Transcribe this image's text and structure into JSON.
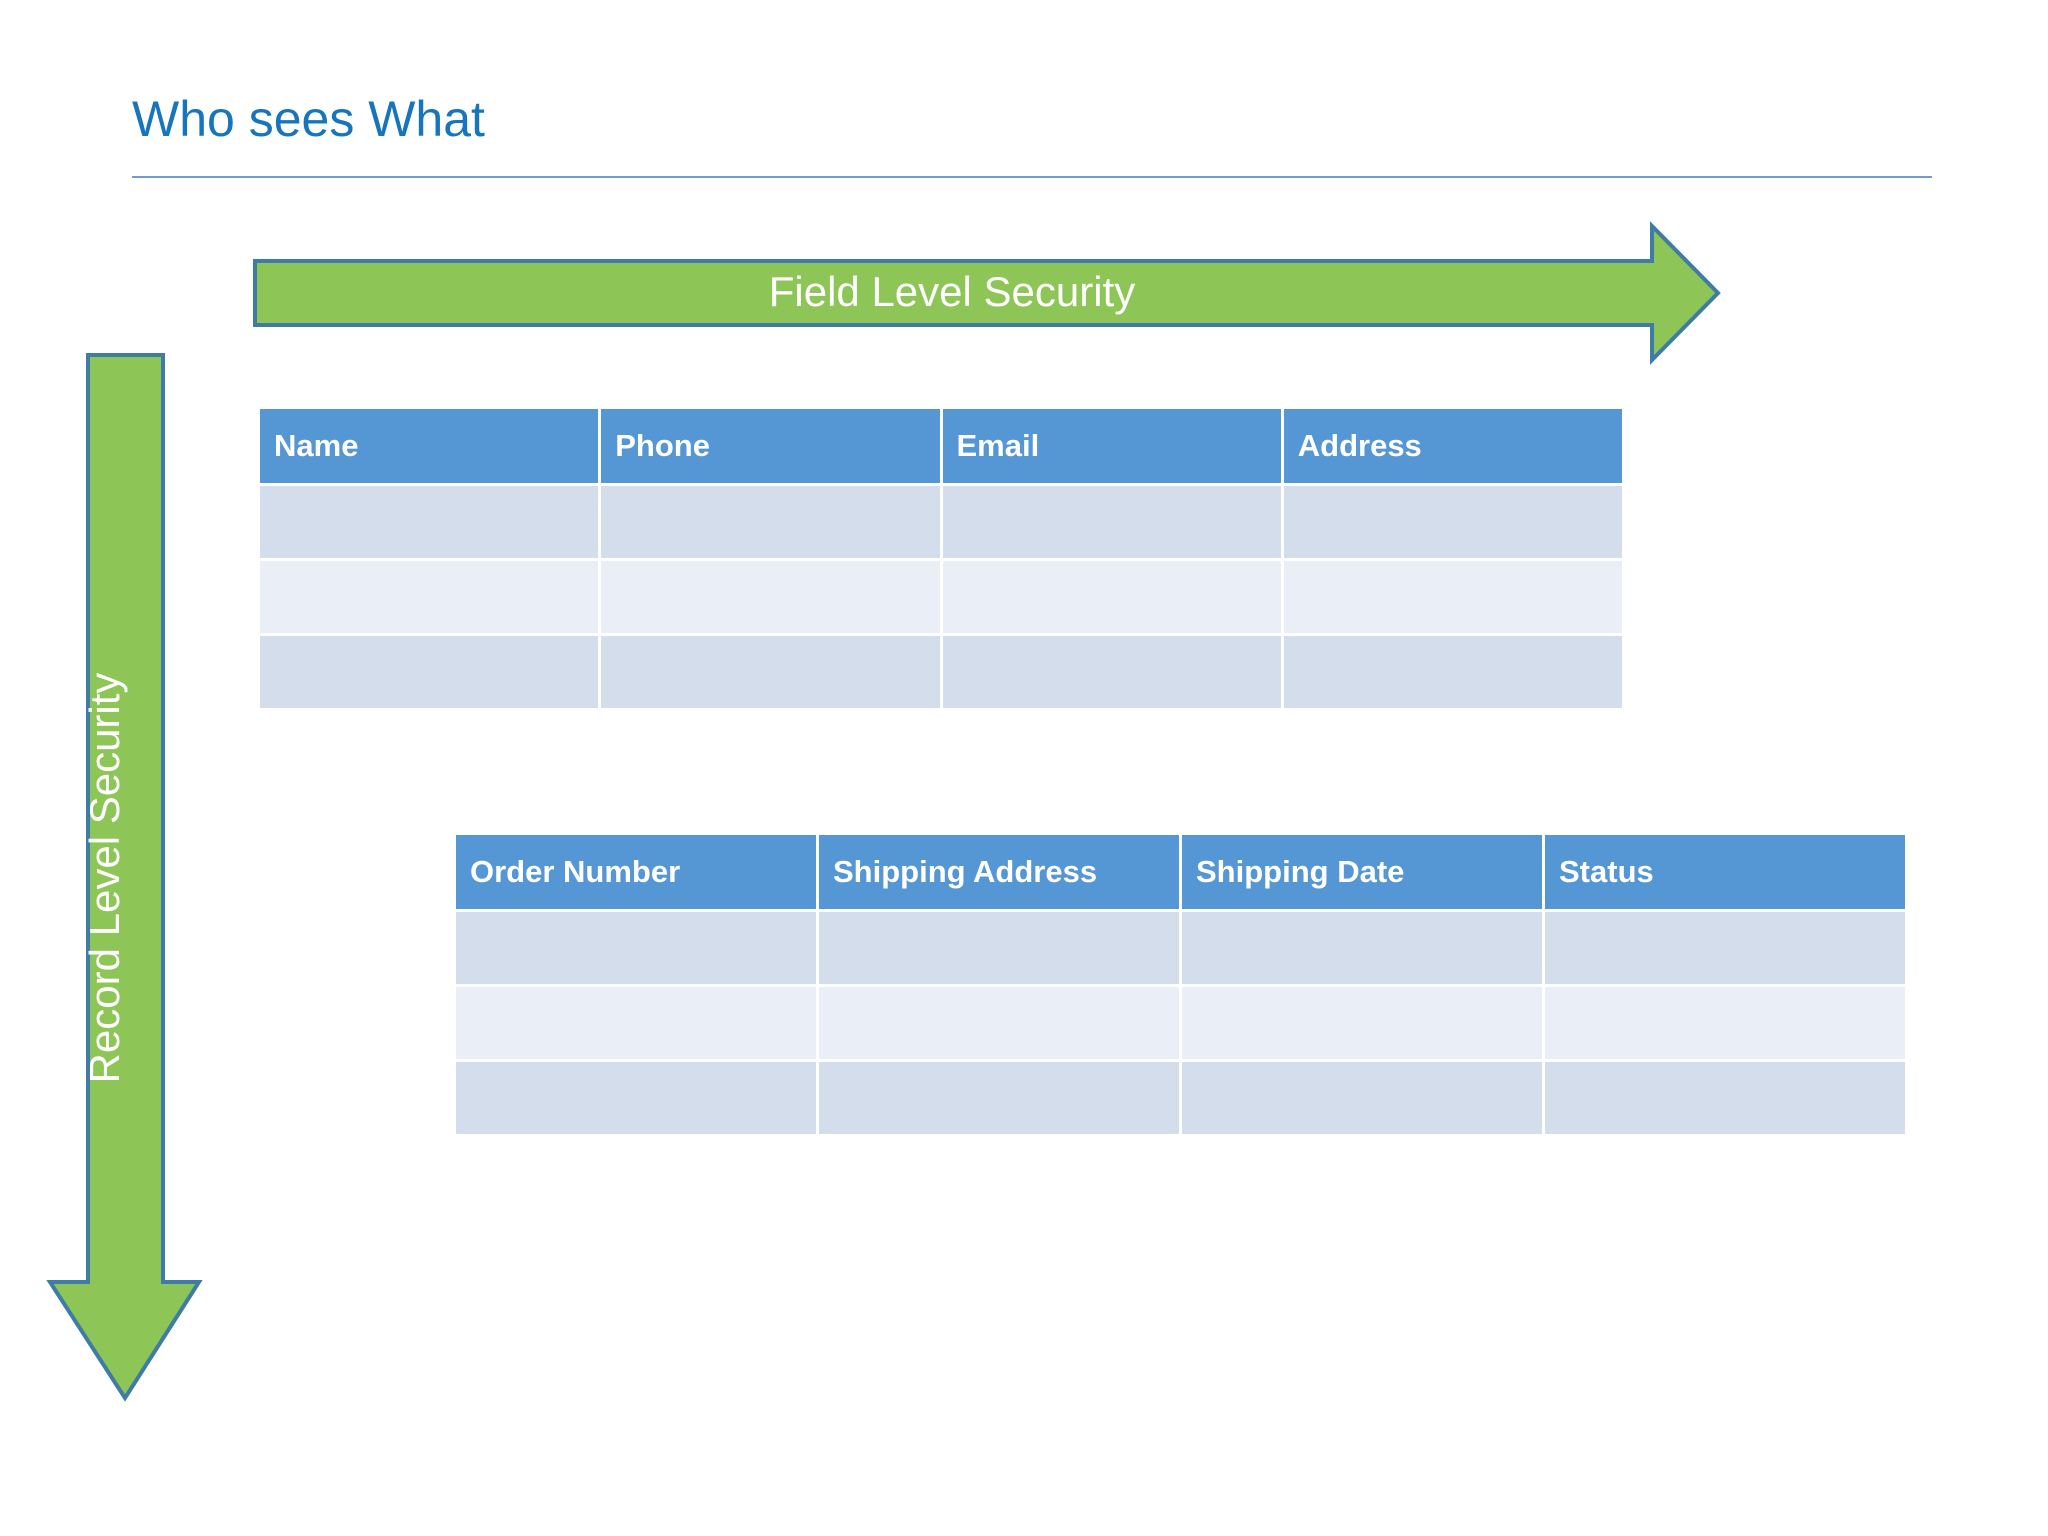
{
  "slide": {
    "title": "Who sees What",
    "background_color": "#FFFFFF",
    "title_color": "#1675BC",
    "rule_color": "#6F9DCB"
  },
  "arrows": {
    "horizontal": {
      "label": "Field Level Security",
      "direction": "right",
      "fill_color": "#8DC556",
      "border_color": "#3E7CA6",
      "text_color": "#FFFFFF"
    },
    "vertical": {
      "label": "Record Level Security",
      "direction": "down",
      "fill_color": "#8DC556",
      "border_color": "#3E7CA6",
      "text_color": "#FFFFFF"
    }
  },
  "tables": [
    {
      "name": "contacts",
      "header_color": "#5596D5",
      "row_color_a": "#D4DDEB",
      "row_color_b": "#E9EEF7",
      "columns": [
        "Name",
        "Phone",
        "Email",
        "Address"
      ],
      "rows": [
        [
          "",
          "",
          "",
          ""
        ],
        [
          "",
          "",
          "",
          ""
        ],
        [
          "",
          "",
          "",
          ""
        ]
      ]
    },
    {
      "name": "orders",
      "header_color": "#5596D5",
      "row_color_a": "#D4DDEB",
      "row_color_b": "#E9EEF7",
      "columns": [
        "Order Number",
        "Shipping Address",
        "Shipping Date",
        "Status"
      ],
      "rows": [
        [
          "",
          "",
          "",
          ""
        ],
        [
          "",
          "",
          "",
          ""
        ],
        [
          "",
          "",
          "",
          ""
        ]
      ]
    }
  ]
}
